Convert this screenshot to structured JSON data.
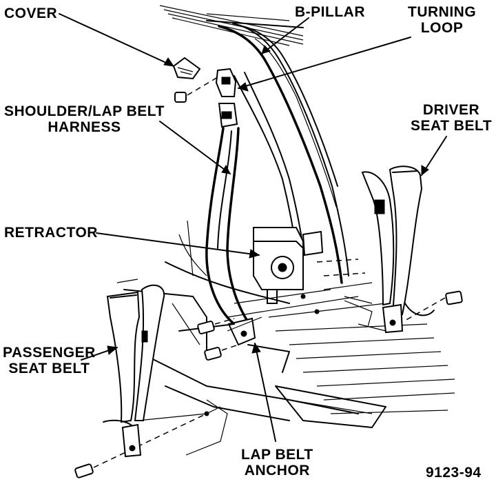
{
  "labels": {
    "cover": "COVER",
    "b_pillar": "B-PILLAR",
    "turning_loop_1": "TURNING",
    "turning_loop_2": "LOOP",
    "shoulder_1": "SHOULDER/LAP BELT",
    "shoulder_2": "HARNESS",
    "driver_1": "DRIVER",
    "driver_2": "SEAT BELT",
    "retractor": "RETRACTOR",
    "passenger_1": "PASSENGER",
    "passenger_2": "SEAT BELT",
    "lap_anchor_1": "LAP BELT",
    "lap_anchor_2": "ANCHOR",
    "figure_id": "9123-94"
  },
  "colors": {
    "ink": "#000000",
    "paper": "#ffffff"
  }
}
